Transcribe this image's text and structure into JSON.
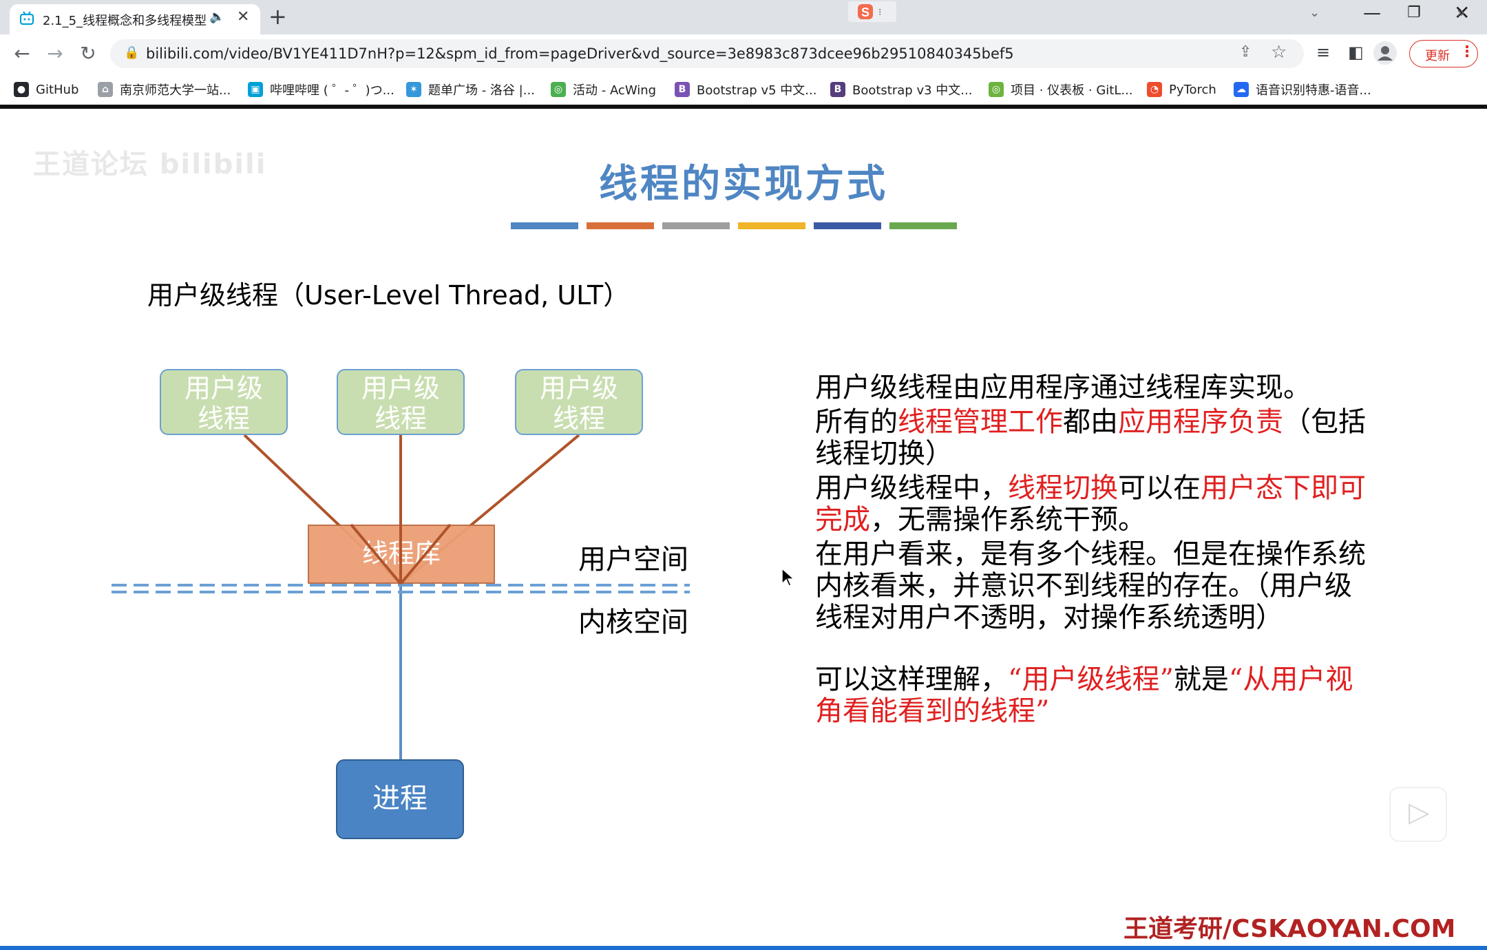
{
  "tab": {
    "title": "2.1_5_线程概念和多线程模型",
    "audio_icon": "speaker-icon",
    "close_glyph": "✕",
    "new_tab_glyph": "+"
  },
  "toolbar": {
    "back_glyph": "←",
    "forward_glyph": "→",
    "reload_glyph": "↻",
    "url": "bilibili.com/video/BV1YE411D7nH?p=12&spm_id_from=pageDriver&vd_source=3e8983c873dcee96b29510840345bef5",
    "update_label": "更新"
  },
  "bookmarks": [
    {
      "label": "GitHub",
      "icon": "github-icon",
      "color": "#24292e"
    },
    {
      "label": "南京师范大学一站...",
      "icon": "home-icon",
      "color": "#9aa0a6"
    },
    {
      "label": "哔哩哔哩 ( ゜- ゜)つ...",
      "icon": "bilibili-icon",
      "color": "#00a1d6"
    },
    {
      "label": "题单广场 - 洛谷 |...",
      "icon": "luogu-icon",
      "color": "#3498db"
    },
    {
      "label": "活动 - AcWing",
      "icon": "acwing-icon",
      "color": "#4caf50"
    },
    {
      "label": "Bootstrap v5 中文...",
      "icon": "bootstrap-icon",
      "color": "#7952b3"
    },
    {
      "label": "Bootstrap v3 中文...",
      "icon": "bootstrap-icon",
      "color": "#563d7c"
    },
    {
      "label": "项目 · 仪表板 · GitL...",
      "icon": "gitlab-icon",
      "color": "#6db33f"
    },
    {
      "label": "PyTorch",
      "icon": "pytorch-icon",
      "color": "#ee4c2c"
    },
    {
      "label": "语音识别特惠-语音...",
      "icon": "cloud-icon",
      "color": "#2468f2"
    }
  ],
  "slide": {
    "watermark": "王道论坛 bilibili",
    "title": "线程的实现方式",
    "bar_colors": [
      "#4f86c3",
      "#d9703a",
      "#9e9e9e",
      "#f0b429",
      "#3b5ba5",
      "#6aa84f"
    ],
    "heading": "用户级线程（User-Level Thread, ULT）",
    "thread_box_line1": "用户级",
    "thread_box_line2": "线程",
    "library_label": "线程库",
    "process_label": "进程",
    "user_space": "用户空间",
    "kernel_space": "内核空间",
    "p1": "用户级线程由应用程序通过线程库实现。",
    "p2_a": "所有的",
    "p2_b": "线程管理工作",
    "p2_c": "都由",
    "p2_d": "应用程序负责",
    "p2_e": "（包括线程切换）",
    "p3_a": "用户级线程中，",
    "p3_b": "线程切换",
    "p3_c": "可以在",
    "p3_d": "用户态下即可完成",
    "p3_e": "，无需操作系统干预。",
    "p4": "在用户看来，是有多个线程。但是在操作系统内核看来，并意识不到线程的存在。（用户级线程对用户不透明，对操作系统透明）",
    "p5_a": "可以这样理解，",
    "p5_b": "“用户级线程”",
    "p5_c": "就是",
    "p5_d": "“从用户视角看能看到的线程”",
    "footer": "王道考研/CSKAOYAN.COM"
  }
}
